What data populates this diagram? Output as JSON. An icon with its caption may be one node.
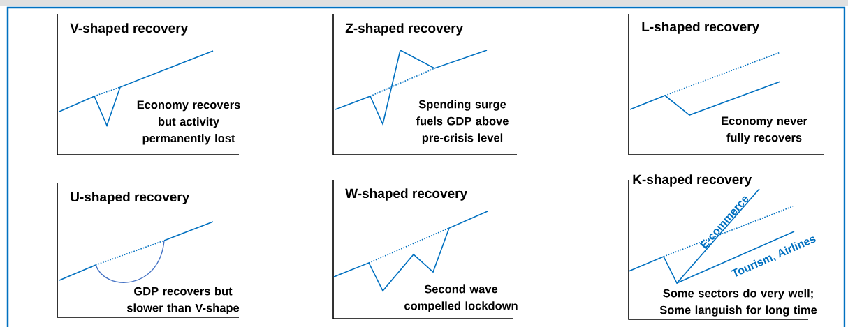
{
  "diagram": {
    "labels": [
      "V-shaped recovery",
      "Economy recovers but activity permanently lost",
      "Z-shaped recovery",
      "Spending surge fuels GDP above pre-crisis level",
      "L-shaped recovery",
      "Economy never fully recovers",
      "U-shaped recovery",
      "GDP recovers but slower than V-shape",
      "W-shaped recovery",
      "Second wave compelled lockdown",
      "K-shaped recovery",
      "E-commerce",
      "Tourism, Airlines",
      "Some sectors do very well; Some languish for long time"
    ]
  }
}
